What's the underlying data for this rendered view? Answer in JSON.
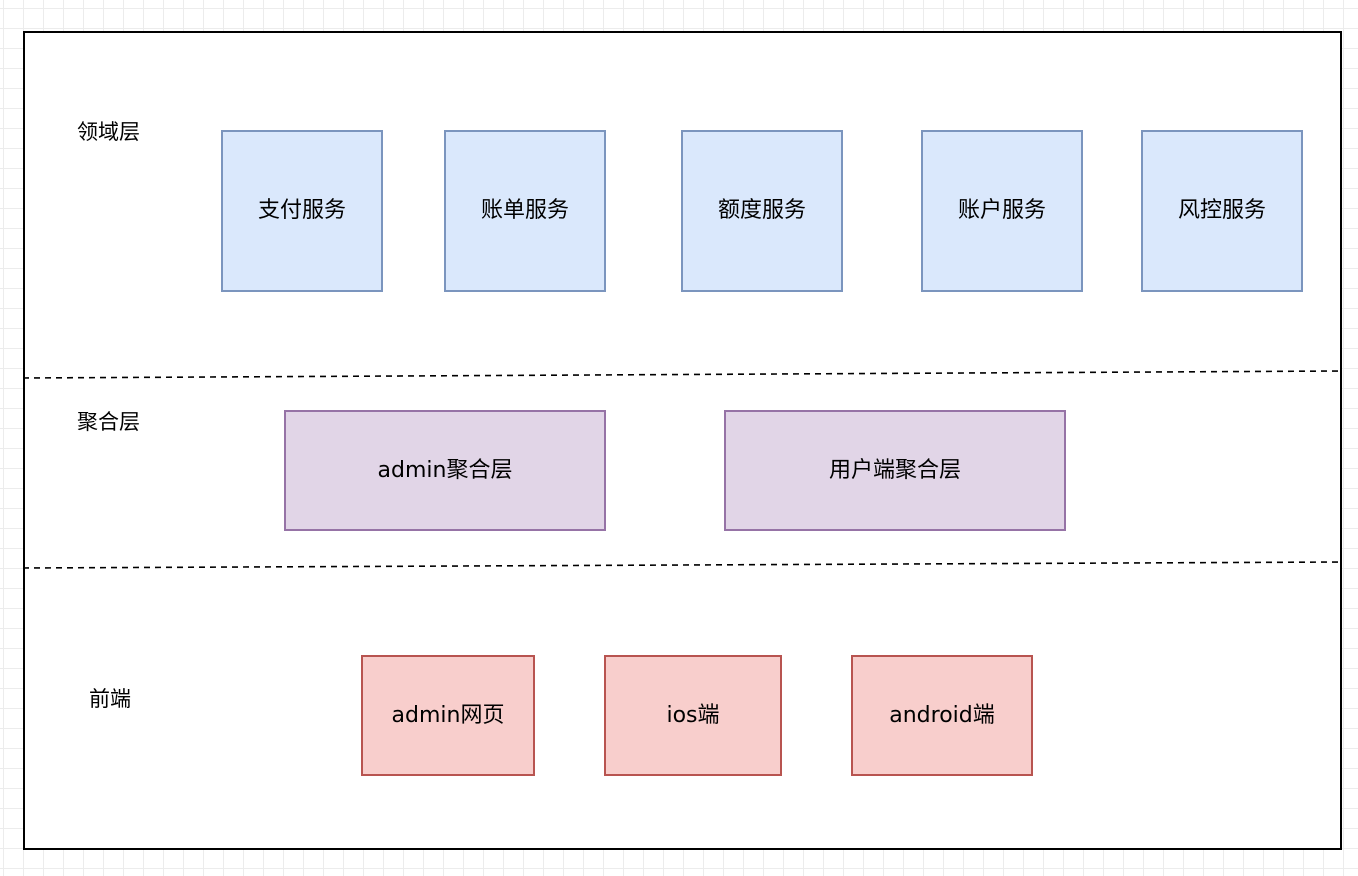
{
  "layers": {
    "domain": {
      "label": "领域层",
      "services": [
        "支付服务",
        "账单服务",
        "额度服务",
        "账户服务",
        "风控服务"
      ]
    },
    "aggregation": {
      "label": "聚合层",
      "services": [
        "admin聚合层",
        "用户端聚合层"
      ]
    },
    "frontend": {
      "label": "前端",
      "clients": [
        "admin网页",
        "ios端",
        "android端"
      ]
    }
  },
  "colors": {
    "domain_fill": "#dae8fc",
    "domain_stroke": "#7b95be",
    "aggregation_fill": "#e1d5e7",
    "aggregation_stroke": "#9673a6",
    "frontend_fill": "#f8cecc",
    "frontend_stroke": "#b85450",
    "frame_stroke": "#000000",
    "grid": "#ececec"
  }
}
